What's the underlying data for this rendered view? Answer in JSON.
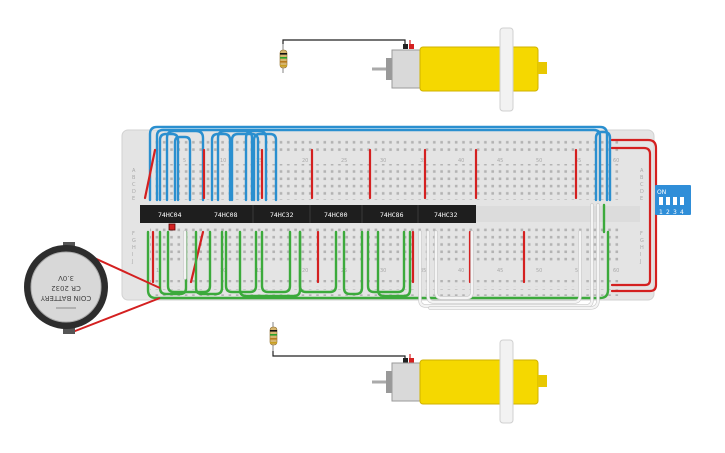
{
  "chips": [
    {
      "label": "74HC04"
    },
    {
      "label": "74HC08"
    },
    {
      "label": "74HC32"
    },
    {
      "label": "74HC00"
    },
    {
      "label": "74HC86"
    },
    {
      "label": "74HC32"
    }
  ],
  "breadboard": {
    "column_numbers_top": [
      "1",
      "5",
      "10",
      "15",
      "20",
      "25",
      "30",
      "35",
      "40",
      "45",
      "50",
      "55",
      "60"
    ],
    "column_numbers_bottom": [
      "1",
      "5",
      "10",
      "15",
      "20",
      "25",
      "30",
      "35",
      "40",
      "45",
      "50",
      "55",
      "60"
    ],
    "row_letters_top": [
      "A",
      "B",
      "C",
      "D",
      "E"
    ],
    "row_letters_bottom": [
      "F",
      "G",
      "H",
      "I",
      "J"
    ]
  },
  "dip_switch": {
    "on_label": "ON",
    "positions": [
      "1",
      "2",
      "3",
      "4"
    ]
  },
  "battery": {
    "line1": "COIN BATTERY",
    "line2": "CR 2032",
    "line3": "3.0V"
  },
  "colors": {
    "breadboard": "#e4e4e4",
    "wire_blue": "#2a8fcf",
    "wire_green": "#3caa3c",
    "wire_red": "#d42020",
    "wire_white": "#f4f4f4",
    "chip": "#1e1e1e",
    "motor_yellow": "#f5d800",
    "dip_blue": "#2f8ed8"
  }
}
